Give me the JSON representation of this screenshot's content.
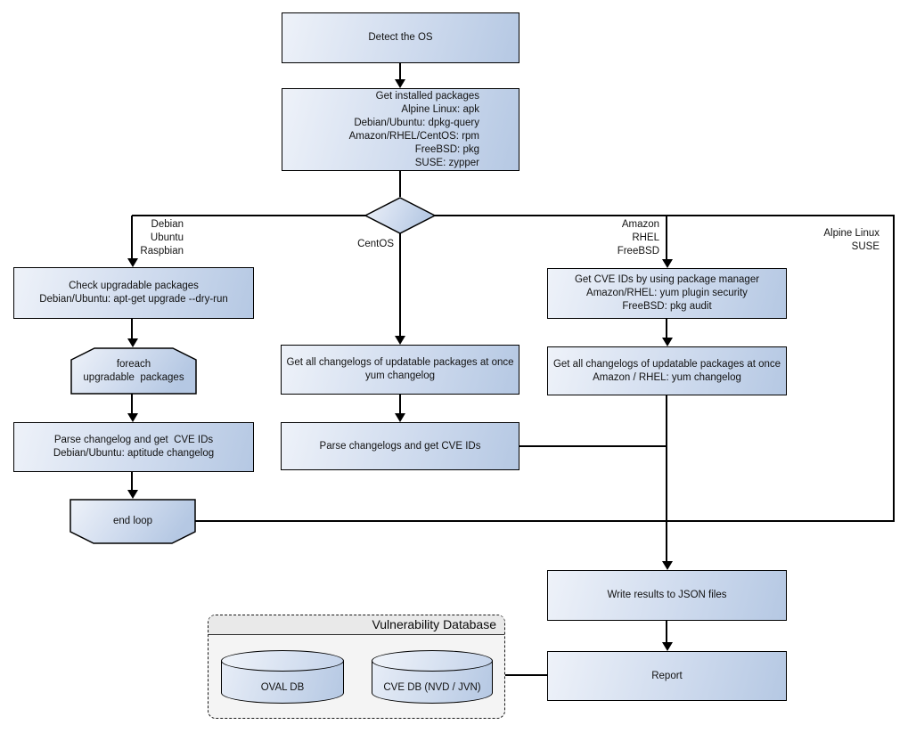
{
  "nodes": {
    "detect_os": "Detect the OS",
    "get_installed": "Get installed packages\nAlpine Linux: apk\nDebian/Ubuntu: dpkg-query\nAmazon/RHEL/CentOS: rpm\nFreeBSD: pkg\nSUSE: zypper",
    "check_upgradable": "Check upgradable packages\nDebian/Ubuntu: apt-get upgrade --dry-run",
    "foreach_loop": "foreach\nupgradable  packages",
    "parse_changelog_deb": "Parse changelog and get  CVE IDs\nDebian/Ubuntu: aptitude changelog",
    "end_loop": "end loop",
    "get_changelogs_centos": "Get all changelogs of updatable packages at once\nyum changelog",
    "parse_changelogs_centos": "Parse changelogs and get CVE IDs",
    "get_cve_ids_pkg_mgr": "Get CVE IDs by using package manager\nAmazon/RHEL: yum plugin security\nFreeBSD: pkg audit",
    "get_changelogs_amazon": "Get all changelogs of updatable packages at once\nAmazon / RHEL: yum changelog",
    "write_results": "Write results to JSON files",
    "report": "Report"
  },
  "branch_labels": {
    "debian": "Debian\nUbuntu\nRaspbian",
    "centos": "CentOS",
    "amazon": "Amazon\nRHEL\nFreeBSD",
    "alpine": "Alpine Linux\nSUSE"
  },
  "database": {
    "title": "Vulnerability Database",
    "oval_db": "OVAL DB",
    "cve_db": "CVE DB (NVD / JVN)"
  },
  "colors": {
    "node_gradient_start": "#eef2f9",
    "node_gradient_end": "#b5c8e3",
    "node_border": "#000000",
    "connector": "#000000",
    "db_container_fill": "#f4f4f4",
    "db_header_fill": "#e9e9e9",
    "canvas_background": "#ffffff"
  }
}
